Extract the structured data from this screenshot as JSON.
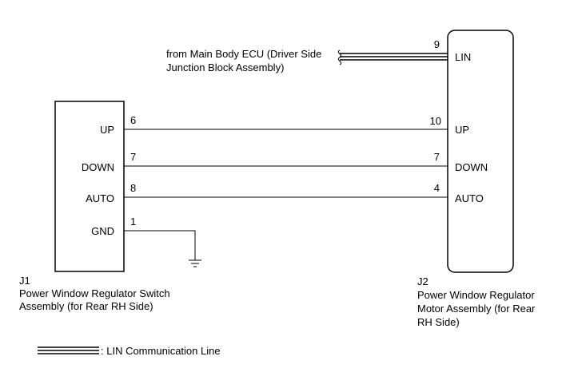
{
  "source_note": [
    "from Main Body ECU (Driver Side",
    "Junction Block Assembly)"
  ],
  "j1": {
    "id": "J1",
    "name": [
      "Power Window Regulator Switch",
      "Assembly (for Rear RH Side)"
    ],
    "pins": [
      {
        "label": "UP",
        "num": "6"
      },
      {
        "label": "DOWN",
        "num": "7"
      },
      {
        "label": "AUTO",
        "num": "8"
      },
      {
        "label": "GND",
        "num": "1"
      }
    ]
  },
  "j2": {
    "id": "J2",
    "name": [
      "Power Window Regulator",
      "Motor Assembly (for Rear",
      "RH Side)"
    ],
    "pins": [
      {
        "label": "LIN",
        "num": "9"
      },
      {
        "label": "UP",
        "num": "10"
      },
      {
        "label": "DOWN",
        "num": "7"
      },
      {
        "label": "AUTO",
        "num": "4"
      }
    ]
  },
  "legend": ": LIN Communication Line"
}
